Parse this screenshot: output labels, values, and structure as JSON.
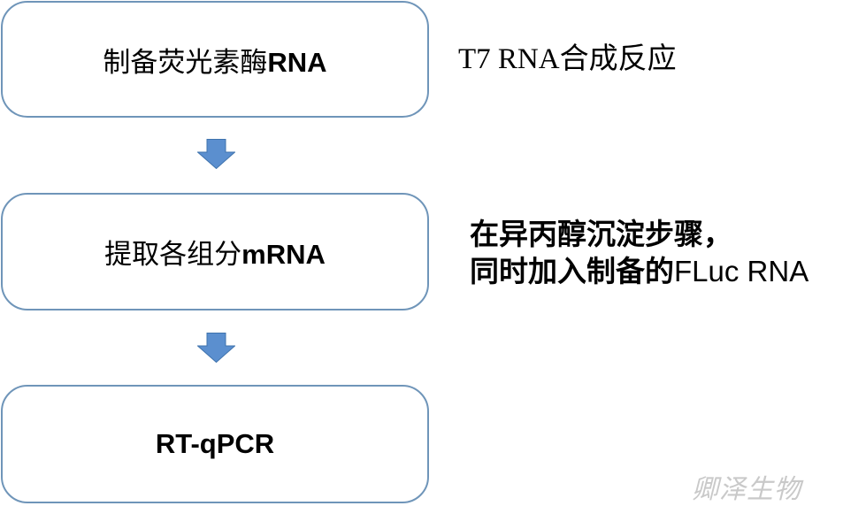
{
  "colors": {
    "box_border": "#6f95b9",
    "arrow_fill": "#5b8fcf",
    "arrow_stroke": "#3f73ad",
    "text": "#000000",
    "watermark": "#c9c9c9"
  },
  "steps": [
    {
      "label_cjk": "制备荧光素酶",
      "label_latin": "RNA"
    },
    {
      "label_cjk": "提取各组分",
      "label_latin": "mRNA"
    },
    {
      "label_cjk": "",
      "label_latin": "RT-qPCR"
    }
  ],
  "arrows": [
    {
      "icon": "down-arrow-icon"
    },
    {
      "icon": "down-arrow-icon"
    }
  ],
  "notes": [
    {
      "text": "T7 RNA合成反应"
    },
    {
      "line1": "在异丙醇沉淀步骤，",
      "line2_cjk": "同时加入制备的",
      "line2_latin": "FLuc RNA"
    }
  ],
  "watermark": "卿泽生物"
}
